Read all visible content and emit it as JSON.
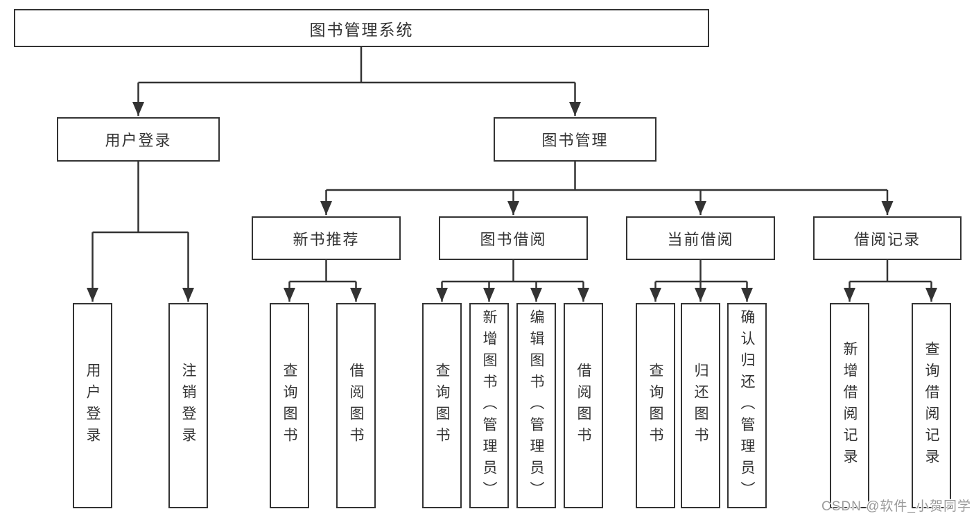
{
  "tree": {
    "label": "图书管理系统",
    "children": [
      {
        "label": "用户登录",
        "children": [
          {
            "label": "用户登录"
          },
          {
            "label": "注销登录"
          }
        ]
      },
      {
        "label": "图书管理",
        "children": [
          {
            "label": "新书推荐",
            "children": [
              {
                "label": "查询图书"
              },
              {
                "label": "借阅图书"
              }
            ]
          },
          {
            "label": "图书借阅",
            "children": [
              {
                "label": "查询图书"
              },
              {
                "label": "新增图书（管理员）"
              },
              {
                "label": "编辑图书（管理员）"
              },
              {
                "label": "借阅图书"
              }
            ]
          },
          {
            "label": "当前借阅",
            "children": [
              {
                "label": "查询图书"
              },
              {
                "label": "归还图书"
              },
              {
                "label": "确认归还（管理员）"
              }
            ]
          },
          {
            "label": "借阅记录",
            "children": [
              {
                "label": "新增借阅记录"
              },
              {
                "label": "查询借阅记录"
              }
            ]
          }
        ]
      }
    ]
  },
  "watermark": {
    "text": "CSDN @软件_小贺同学"
  },
  "colors": {
    "line": "#333333",
    "box_border": "#333333",
    "box_background": "#ffffff",
    "text": "#333333",
    "watermark": "#9b9b9b"
  }
}
